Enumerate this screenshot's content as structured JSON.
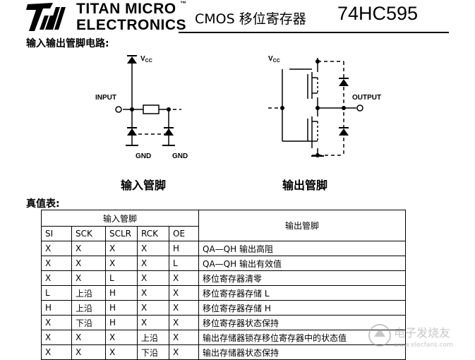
{
  "header": {
    "brand_line1": "TITAN MICRO",
    "brand_line2": "ELECTRONICS",
    "trademark": "™",
    "subtitle": "CMOS 移位寄存器",
    "part_number": "74HC595"
  },
  "sections": {
    "io_title": "输入输出管脚电路:",
    "truth_title": "真值表:"
  },
  "circuit": {
    "input": {
      "caption": "输入管脚",
      "vcc_label": "V",
      "vcc_sub": "CC",
      "input_label": "INPUT",
      "gnd1": "GND",
      "gnd2": "GND"
    },
    "output": {
      "caption": "输出管脚",
      "vcc_label": "V",
      "vcc_sub": "CC",
      "output_label": "OUTPUT"
    }
  },
  "truth_table": {
    "group_input": "输入管脚",
    "group_output": "输出管脚",
    "columns": [
      "SI",
      "SCK",
      "SCLR",
      "RCK",
      "OE"
    ],
    "rows": [
      [
        "X",
        "X",
        "X",
        "X",
        "H",
        "QA—QH 输出高阻"
      ],
      [
        "X",
        "X",
        "X",
        "X",
        "L",
        "QA—QH 输出有效值"
      ],
      [
        "X",
        "X",
        "L",
        "X",
        "X",
        "移位寄存器清零"
      ],
      [
        "L",
        "上沿",
        "H",
        "X",
        "X",
        "移位寄存器存储 L"
      ],
      [
        "H",
        "上沿",
        "H",
        "X",
        "X",
        "移位寄存器存储 H"
      ],
      [
        "X",
        "下沿",
        "H",
        "X",
        "X",
        "移位寄存器状态保持"
      ],
      [
        "X",
        "X",
        "X",
        "上沿",
        "X",
        "输出存储器锁存移位寄存器中的状态值"
      ],
      [
        "X",
        "X",
        "X",
        "下沿",
        "X",
        "输出存储器状态保持"
      ]
    ]
  },
  "watermark": {
    "text": "电子发烧友",
    "url": "www.elecfans.com"
  }
}
